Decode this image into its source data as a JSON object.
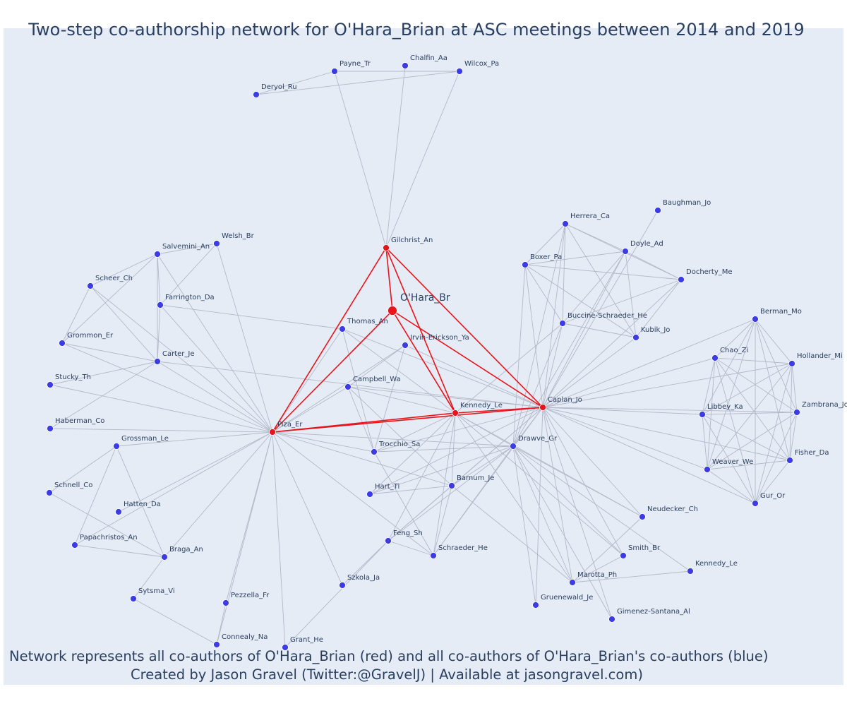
{
  "title": "Two-step co-authorship network for O'Hara_Brian at ASC meetings between 2014 and 2019",
  "caption_line1": "Network represents all co-authors of O'Hara_Brian (red) and all co-authors of O'Hara_Brian's co-authors (blue)",
  "caption_line2": "Created by Jason Gravel (Twitter:@GravelJ) | Available at jasongravel.com)",
  "colors": {
    "background": "#e5ecf6",
    "edge_gray": "#b4b8c8",
    "edge_red": "#e8141c",
    "node_red": "#e8141c",
    "node_blue": "#3c3ce6",
    "text": "#2a3f5f"
  },
  "nodes": [
    {
      "id": "OHara",
      "label": "O'Hara_Br",
      "group": "focus"
    },
    {
      "id": "Gilchrist",
      "label": "Gilchrist_An",
      "group": "red"
    },
    {
      "id": "Piza",
      "label": "Piza_Er",
      "group": "red"
    },
    {
      "id": "KennedyLe1",
      "label": "Kennedy_Le",
      "group": "red"
    },
    {
      "id": "Caplan",
      "label": "Caplan_Jo",
      "group": "red"
    },
    {
      "id": "Payne",
      "label": "Payne_Tr",
      "group": "blue"
    },
    {
      "id": "Chalfin",
      "label": "Chalfin_Aa",
      "group": "blue"
    },
    {
      "id": "Wilcox",
      "label": "Wilcox_Pa",
      "group": "blue"
    },
    {
      "id": "Deryol",
      "label": "Deryol_Ru",
      "group": "blue"
    },
    {
      "id": "Baughman",
      "label": "Baughman_Jo",
      "group": "blue"
    },
    {
      "id": "Herrera",
      "label": "Herrera_Ca",
      "group": "blue"
    },
    {
      "id": "Doyle",
      "label": "Doyle_Ad",
      "group": "blue"
    },
    {
      "id": "Boxer",
      "label": "Boxer_Pa",
      "group": "blue"
    },
    {
      "id": "Docherty",
      "label": "Docherty_Me",
      "group": "blue"
    },
    {
      "id": "Buccine",
      "label": "Buccine-Schraeder_He",
      "group": "blue"
    },
    {
      "id": "Kubik",
      "label": "Kubik_Jo",
      "group": "blue"
    },
    {
      "id": "Berman",
      "label": "Berman_Mo",
      "group": "blue"
    },
    {
      "id": "Chao",
      "label": "Chao_Zi",
      "group": "blue"
    },
    {
      "id": "Hollander",
      "label": "Hollander_Mi",
      "group": "blue"
    },
    {
      "id": "Zambrana",
      "label": "Zambrana_Jo",
      "group": "blue"
    },
    {
      "id": "Libbey",
      "label": "Libbey_Ka",
      "group": "blue"
    },
    {
      "id": "Fisher",
      "label": "Fisher_Da",
      "group": "blue"
    },
    {
      "id": "Weaver",
      "label": "Weaver_We",
      "group": "blue"
    },
    {
      "id": "Gur",
      "label": "Gur_Or",
      "group": "blue"
    },
    {
      "id": "Welsh",
      "label": "Welsh_Br",
      "group": "blue"
    },
    {
      "id": "Salvemini",
      "label": "Salvemini_An",
      "group": "blue"
    },
    {
      "id": "Scheer",
      "label": "Scheer_Ch",
      "group": "blue"
    },
    {
      "id": "Farrington",
      "label": "Farrington_Da",
      "group": "blue"
    },
    {
      "id": "Grommon",
      "label": "Grommon_Er",
      "group": "blue"
    },
    {
      "id": "Carter",
      "label": "Carter_Je",
      "group": "blue"
    },
    {
      "id": "Stucky",
      "label": "Stucky_Th",
      "group": "blue"
    },
    {
      "id": "Haberman",
      "label": "Haberman_Co",
      "group": "blue"
    },
    {
      "id": "Grossman",
      "label": "Grossman_Le",
      "group": "blue"
    },
    {
      "id": "Schnell",
      "label": "Schnell_Co",
      "group": "blue"
    },
    {
      "id": "Hatten",
      "label": "Hatten_Da",
      "group": "blue"
    },
    {
      "id": "Papachristos",
      "label": "Papachristos_An",
      "group": "blue"
    },
    {
      "id": "Braga",
      "label": "Braga_An",
      "group": "blue"
    },
    {
      "id": "Sytsma",
      "label": "Sytsma_Vi",
      "group": "blue"
    },
    {
      "id": "Pezzella",
      "label": "Pezzella_Fr",
      "group": "blue"
    },
    {
      "id": "Connealy",
      "label": "Connealy_Na",
      "group": "blue"
    },
    {
      "id": "Grant",
      "label": "Grant_He",
      "group": "blue"
    },
    {
      "id": "Szkola",
      "label": "Szkola_Ja",
      "group": "blue"
    },
    {
      "id": "Thomas",
      "label": "Thomas_An",
      "group": "blue"
    },
    {
      "id": "Irvin",
      "label": "Irvin-Erickson_Ya",
      "group": "blue"
    },
    {
      "id": "Campbell",
      "label": "Campbell_Wa",
      "group": "blue"
    },
    {
      "id": "Trocchio",
      "label": "Trocchio_Sa",
      "group": "blue"
    },
    {
      "id": "Drawve",
      "label": "Drawve_Gr",
      "group": "blue"
    },
    {
      "id": "Hart",
      "label": "Hart_Ti",
      "group": "blue"
    },
    {
      "id": "Barnum",
      "label": "Barnum_Je",
      "group": "blue"
    },
    {
      "id": "Feng",
      "label": "Feng_Sh",
      "group": "blue"
    },
    {
      "id": "Schraeder",
      "label": "Schraeder_He",
      "group": "blue"
    },
    {
      "id": "Neudecker",
      "label": "Neudecker_Ch",
      "group": "blue"
    },
    {
      "id": "Smith",
      "label": "Smith_Br",
      "group": "blue"
    },
    {
      "id": "KennedyLe2",
      "label": "Kennedy_Le",
      "group": "blue"
    },
    {
      "id": "Marotta",
      "label": "Marotta_Ph",
      "group": "blue"
    },
    {
      "id": "Gruenewald",
      "label": "Gruenewald_Je",
      "group": "blue"
    },
    {
      "id": "Gimenez",
      "label": "Gimenez-Santana_Al",
      "group": "blue"
    }
  ],
  "edges": [
    [
      "OHara",
      "Gilchrist"
    ],
    [
      "OHara",
      "Piza"
    ],
    [
      "OHara",
      "KennedyLe1"
    ],
    [
      "OHara",
      "Caplan"
    ],
    [
      "Gilchrist",
      "Piza"
    ],
    [
      "Gilchrist",
      "KennedyLe1"
    ],
    [
      "Gilchrist",
      "Caplan"
    ],
    [
      "Piza",
      "KennedyLe1"
    ],
    [
      "Piza",
      "Caplan"
    ],
    [
      "KennedyLe1",
      "Caplan"
    ],
    [
      "Gilchrist",
      "Payne"
    ],
    [
      "Gilchrist",
      "Chalfin"
    ],
    [
      "Gilchrist",
      "Wilcox"
    ],
    [
      "Deryol",
      "Payne"
    ],
    [
      "Deryol",
      "Wilcox"
    ],
    [
      "Payne",
      "Wilcox"
    ],
    [
      "Piza",
      "Welsh"
    ],
    [
      "Piza",
      "Salvemini"
    ],
    [
      "Piza",
      "Scheer"
    ],
    [
      "Piza",
      "Farrington"
    ],
    [
      "Piza",
      "Carter"
    ],
    [
      "Piza",
      "Grommon"
    ],
    [
      "Piza",
      "Stucky"
    ],
    [
      "Piza",
      "Haberman"
    ],
    [
      "Piza",
      "Grossman"
    ],
    [
      "Piza",
      "Hatten"
    ],
    [
      "Piza",
      "Braga"
    ],
    [
      "Piza",
      "Pezzella"
    ],
    [
      "Piza",
      "Connealy"
    ],
    [
      "Piza",
      "Grant"
    ],
    [
      "Piza",
      "Szkola"
    ],
    [
      "Piza",
      "Thomas"
    ],
    [
      "Piza",
      "Campbell"
    ],
    [
      "Piza",
      "Trocchio"
    ],
    [
      "Piza",
      "Drawve"
    ],
    [
      "Piza",
      "Barnum"
    ],
    [
      "Piza",
      "Schraeder"
    ],
    [
      "Piza",
      "Irvin"
    ],
    [
      "Salvemini",
      "Welsh"
    ],
    [
      "Salvemini",
      "Scheer"
    ],
    [
      "Salvemini",
      "Grommon"
    ],
    [
      "Salvemini",
      "Carter"
    ],
    [
      "Salvemini",
      "Farrington"
    ],
    [
      "Welsh",
      "Farrington"
    ],
    [
      "Scheer",
      "Grommon"
    ],
    [
      "Scheer",
      "Carter"
    ],
    [
      "Farrington",
      "Carter"
    ],
    [
      "Grommon",
      "Carter"
    ],
    [
      "Stucky",
      "Carter"
    ],
    [
      "Haberman",
      "Carter"
    ],
    [
      "Carter",
      "Caplan"
    ],
    [
      "Grossman",
      "Schnell"
    ],
    [
      "Grossman",
      "Papachristos"
    ],
    [
      "Grossman",
      "Braga"
    ],
    [
      "Schnell",
      "Braga"
    ],
    [
      "Papachristos",
      "Braga"
    ],
    [
      "Papachristos",
      "Piza"
    ],
    [
      "Braga",
      "Sytsma"
    ],
    [
      "Sytsma",
      "Connealy"
    ],
    [
      "Connealy",
      "Pezzella"
    ],
    [
      "Szkola",
      "Feng"
    ],
    [
      "Grant",
      "Feng"
    ],
    [
      "Farrington",
      "Thomas"
    ],
    [
      "Thomas",
      "Trocchio"
    ],
    [
      "Thomas",
      "Caplan"
    ],
    [
      "Thomas",
      "KennedyLe1"
    ],
    [
      "Irvin",
      "Caplan"
    ],
    [
      "Irvin",
      "Trocchio"
    ],
    [
      "Irvin",
      "Campbell"
    ],
    [
      "Campbell",
      "KennedyLe1"
    ],
    [
      "Campbell",
      "Caplan"
    ],
    [
      "Campbell",
      "Barnum"
    ],
    [
      "Campbell",
      "Trocchio"
    ],
    [
      "KennedyLe1",
      "Hart"
    ],
    [
      "KennedyLe1",
      "Barnum"
    ],
    [
      "KennedyLe1",
      "Feng"
    ],
    [
      "KennedyLe1",
      "Schraeder"
    ],
    [
      "KennedyLe1",
      "Trocchio"
    ],
    [
      "KennedyLe1",
      "Drawve"
    ],
    [
      "KennedyLe1",
      "Marotta"
    ],
    [
      "KennedyLe1",
      "Neudecker"
    ],
    [
      "KennedyLe1",
      "Smith"
    ],
    [
      "KennedyLe1",
      "Buccine"
    ],
    [
      "Caplan",
      "Drawve"
    ],
    [
      "Caplan",
      "Herrera"
    ],
    [
      "Caplan",
      "Doyle"
    ],
    [
      "Caplan",
      "Boxer"
    ],
    [
      "Caplan",
      "Docherty"
    ],
    [
      "Caplan",
      "Buccine"
    ],
    [
      "Caplan",
      "Kubik"
    ],
    [
      "Caplan",
      "Berman"
    ],
    [
      "Caplan",
      "Chao"
    ],
    [
      "Caplan",
      "Hollander"
    ],
    [
      "Caplan",
      "Zambrana"
    ],
    [
      "Caplan",
      "Libbey"
    ],
    [
      "Caplan",
      "Fisher"
    ],
    [
      "Caplan",
      "Weaver"
    ],
    [
      "Caplan",
      "Gur"
    ],
    [
      "Caplan",
      "Barnum"
    ],
    [
      "Caplan",
      "Hart"
    ],
    [
      "Caplan",
      "Feng"
    ],
    [
      "Caplan",
      "Schraeder"
    ],
    [
      "Caplan",
      "Neudecker"
    ],
    [
      "Caplan",
      "Smith"
    ],
    [
      "Caplan",
      "Marotta"
    ],
    [
      "Caplan",
      "Gruenewald"
    ],
    [
      "Caplan",
      "Gimenez"
    ],
    [
      "Caplan",
      "Baughman"
    ],
    [
      "Caplan",
      "Trocchio"
    ],
    [
      "Herrera",
      "Doyle"
    ],
    [
      "Herrera",
      "Boxer"
    ],
    [
      "Herrera",
      "Docherty"
    ],
    [
      "Herrera",
      "Kubik"
    ],
    [
      "Herrera",
      "Buccine"
    ],
    [
      "Doyle",
      "Boxer"
    ],
    [
      "Doyle",
      "Docherty"
    ],
    [
      "Doyle",
      "Buccine"
    ],
    [
      "Doyle",
      "Kubik"
    ],
    [
      "Boxer",
      "Docherty"
    ],
    [
      "Boxer",
      "Buccine"
    ],
    [
      "Boxer",
      "Kubik"
    ],
    [
      "Docherty",
      "Buccine"
    ],
    [
      "Docherty",
      "Kubik"
    ],
    [
      "Buccine",
      "Kubik"
    ],
    [
      "Boxer",
      "Drawve"
    ],
    [
      "Doyle",
      "Drawve"
    ],
    [
      "Herrera",
      "Drawve"
    ],
    [
      "Buccine",
      "Drawve"
    ],
    [
      "Berman",
      "Chao"
    ],
    [
      "Berman",
      "Hollander"
    ],
    [
      "Berman",
      "Libbey"
    ],
    [
      "Berman",
      "Weaver"
    ],
    [
      "Berman",
      "Gur"
    ],
    [
      "Berman",
      "Fisher"
    ],
    [
      "Berman",
      "Zambrana"
    ],
    [
      "Chao",
      "Hollander"
    ],
    [
      "Chao",
      "Zambrana"
    ],
    [
      "Chao",
      "Libbey"
    ],
    [
      "Chao",
      "Fisher"
    ],
    [
      "Chao",
      "Weaver"
    ],
    [
      "Chao",
      "Gur"
    ],
    [
      "Hollander",
      "Zambrana"
    ],
    [
      "Hollander",
      "Libbey"
    ],
    [
      "Hollander",
      "Fisher"
    ],
    [
      "Hollander",
      "Weaver"
    ],
    [
      "Hollander",
      "Gur"
    ],
    [
      "Zambrana",
      "Libbey"
    ],
    [
      "Zambrana",
      "Fisher"
    ],
    [
      "Zambrana",
      "Weaver"
    ],
    [
      "Zambrana",
      "Gur"
    ],
    [
      "Libbey",
      "Fisher"
    ],
    [
      "Libbey",
      "Weaver"
    ],
    [
      "Libbey",
      "Gur"
    ],
    [
      "Fisher",
      "Weaver"
    ],
    [
      "Fisher",
      "Gur"
    ],
    [
      "Weaver",
      "Gur"
    ],
    [
      "Drawve",
      "Hart"
    ],
    [
      "Drawve",
      "Barnum"
    ],
    [
      "Drawve",
      "Feng"
    ],
    [
      "Drawve",
      "Schraeder"
    ],
    [
      "Drawve",
      "Neudecker"
    ],
    [
      "Drawve",
      "Smith"
    ],
    [
      "Drawve",
      "Marotta"
    ],
    [
      "Drawve",
      "Gruenewald"
    ],
    [
      "Drawve",
      "Gimenez"
    ],
    [
      "Drawve",
      "KennedyLe2"
    ],
    [
      "Drawve",
      "Trocchio"
    ],
    [
      "Barnum",
      "Hart"
    ],
    [
      "Barnum",
      "Marotta"
    ],
    [
      "Barnum",
      "Feng"
    ],
    [
      "Barnum",
      "Schraeder"
    ],
    [
      "Feng",
      "Schraeder"
    ],
    [
      "Smith",
      "Marotta"
    ],
    [
      "Neudecker",
      "Marotta"
    ],
    [
      "KennedyLe2",
      "Marotta"
    ],
    [
      "Trocchio",
      "Schraeder"
    ]
  ]
}
